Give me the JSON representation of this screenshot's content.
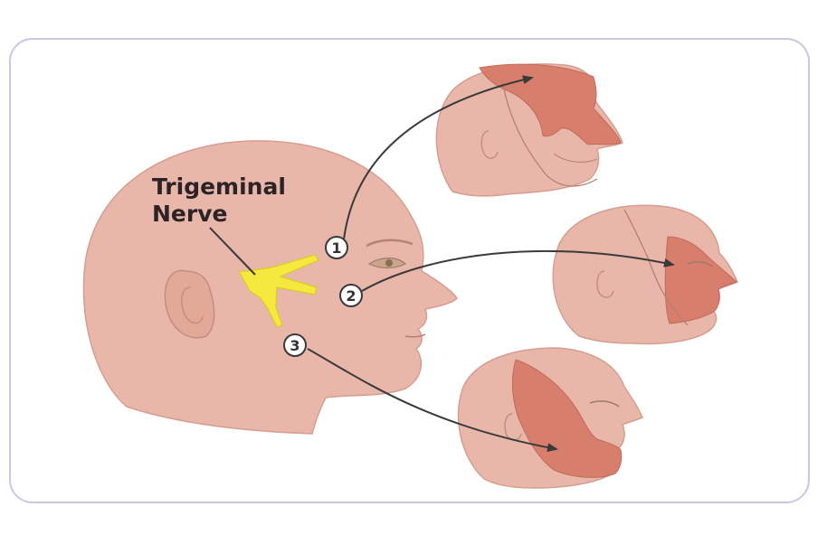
{
  "diagram": {
    "title_line1": "Trigeminal",
    "title_line2": "Nerve",
    "branches": [
      {
        "number": "1"
      },
      {
        "number": "2"
      },
      {
        "number": "3"
      }
    ]
  },
  "colors": {
    "skin": "#e9b7aa",
    "skin_dark": "#d69d8f",
    "highlight": "#d77e6c",
    "nerve": "#f5e93f",
    "border": "#c9c7e2",
    "arrow": "#3a3a3a"
  }
}
